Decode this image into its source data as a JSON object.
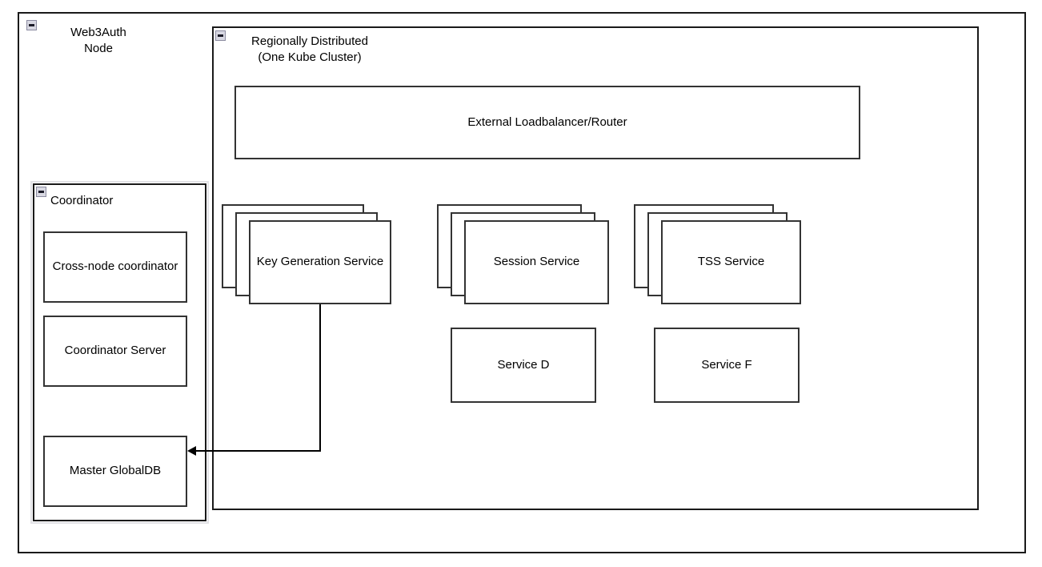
{
  "diagram": {
    "title": "Web3Auth Node architecture",
    "outer_group": {
      "label": "Web3Auth\nNode",
      "collapse_icon": "collapse-minus-icon"
    },
    "region_group": {
      "label": "Regionally Distributed\n(One Kube Cluster)",
      "collapse_icon": "collapse-minus-icon"
    },
    "coordinator_group": {
      "label": "Coordinator",
      "collapse_icon": "collapse-minus-icon",
      "children": [
        {
          "label": "Cross-node\ncoordinator"
        },
        {
          "label": "Coordinator Server"
        },
        {
          "label": "Master GlobalDB"
        }
      ]
    },
    "loadbalancer": {
      "label": "External Loadbalancer/Router"
    },
    "service_stacks": [
      {
        "label": "Key Generation\nService",
        "replicas": 3
      },
      {
        "label": "Session Service",
        "replicas": 3
      },
      {
        "label": "TSS Service",
        "replicas": 3
      }
    ],
    "plain_services": [
      {
        "label": "Service D"
      },
      {
        "label": "Service F"
      }
    ],
    "connections": [
      {
        "from": "Key Generation Service",
        "to": "Master GlobalDB",
        "direction": "to-target"
      }
    ],
    "colors": {
      "stroke": "#333333",
      "group_stroke": "#1a1a1a",
      "background": "#ffffff",
      "text": "#000000",
      "collapse_widget": "#d8d8e2"
    }
  }
}
